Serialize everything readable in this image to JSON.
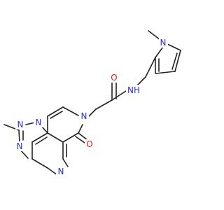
{
  "colors": {
    "bond": "#222222",
    "nitrogen": "#2f2fd6",
    "oxygen": "#e0221f",
    "background": "#ffffff"
  },
  "atoms": {
    "pyrrole_n": "N",
    "methyl_on_pyrrole": "",
    "amide_nh": "NH",
    "carbonyl_o": "O",
    "ring_n_amide": "N",
    "ketone_o": "O",
    "triazole_n_top": "N",
    "triazole_n_left": "N",
    "triazole_n_bottom": "N",
    "pyrimidine_n": "N"
  }
}
